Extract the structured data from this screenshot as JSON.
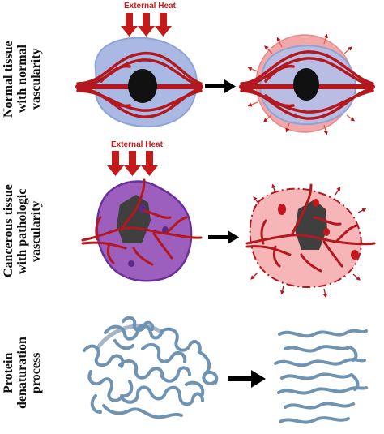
{
  "rows": [
    {
      "label": "Normal tissue\nwith normal\nvascularity",
      "heat_label": "External Heat"
    },
    {
      "label": "Cancerous tissue\nwith pathologic\nvascularity",
      "heat_label": "External Heat"
    },
    {
      "label": "Protein\ndenaturation\nprocess"
    }
  ],
  "colors": {
    "vessel": "#b3181e",
    "vessel_light": "#e25a50",
    "normal_tissue": "#a9b9e3",
    "heated_halo": "#f2a7a8",
    "cancer_tissue": "#9c5fbe",
    "tumor": "#3f3f3f",
    "protein": "#6f93b3",
    "arrow": "#000000",
    "heat_arrow": "#c41a1a"
  }
}
